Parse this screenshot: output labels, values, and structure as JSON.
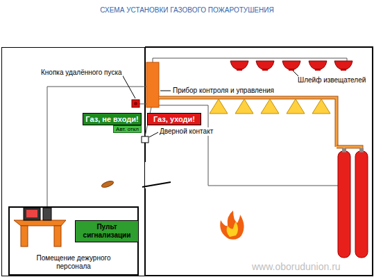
{
  "diagram": {
    "title": "СХЕМА УСТАНОВКИ ГАЗОВОГО ПОЖАРОТУШЕНИЯ",
    "nodes": [
      {
        "text": [
          "Помещение дежурного персонала"
        ]
      },
      {
        "text": [
          "Пульт сигнализации"
        ],
        "in": 0
      },
      {
        "text": [
          "Газ, не входи!"
        ]
      },
      {
        "text": [
          "Авт. откл"
        ]
      },
      {
        "text": [
          "Газ, уходи!"
        ]
      }
    ],
    "labels": [
      "Кнопка удалённого пуска",
      "Прибор контроля и управления",
      "Дверной контакт",
      "Шлейф извещателей",
      "www.oborudunion.ru"
    ]
  }
}
